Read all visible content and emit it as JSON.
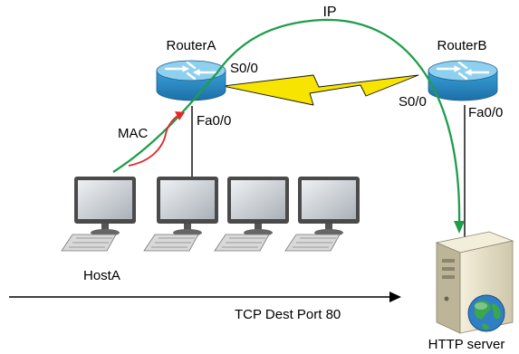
{
  "labels": {
    "ip": "IP",
    "router_a": "RouterA",
    "router_b": "RouterB",
    "router_a_serial": "S0/0",
    "router_b_serial": "S0/0",
    "router_a_fast_ethernet": "Fa0/0",
    "router_b_fast_ethernet": "Fa0/0",
    "mac": "MAC",
    "host_a": "HostA",
    "tcp_port": "TCP Dest Port 80",
    "http_server": "HTTP server"
  },
  "colors": {
    "router_top": "#8fd0ef",
    "router_side": "#2f8fc8",
    "serial_link": "#f7e400",
    "ip_path": "#1e9e4a",
    "mac_arrow": "#e3262b",
    "monitor_frame": "#4a4a4a",
    "monitor_screen": "#c9ced4",
    "server_body": "#e8e2cc",
    "globe_sea": "#2f7fc2",
    "globe_land": "#3aa74a"
  },
  "icons": {
    "router": "router-icon",
    "workstation": "workstation-icon",
    "server": "server-icon",
    "globe": "globe-icon"
  }
}
